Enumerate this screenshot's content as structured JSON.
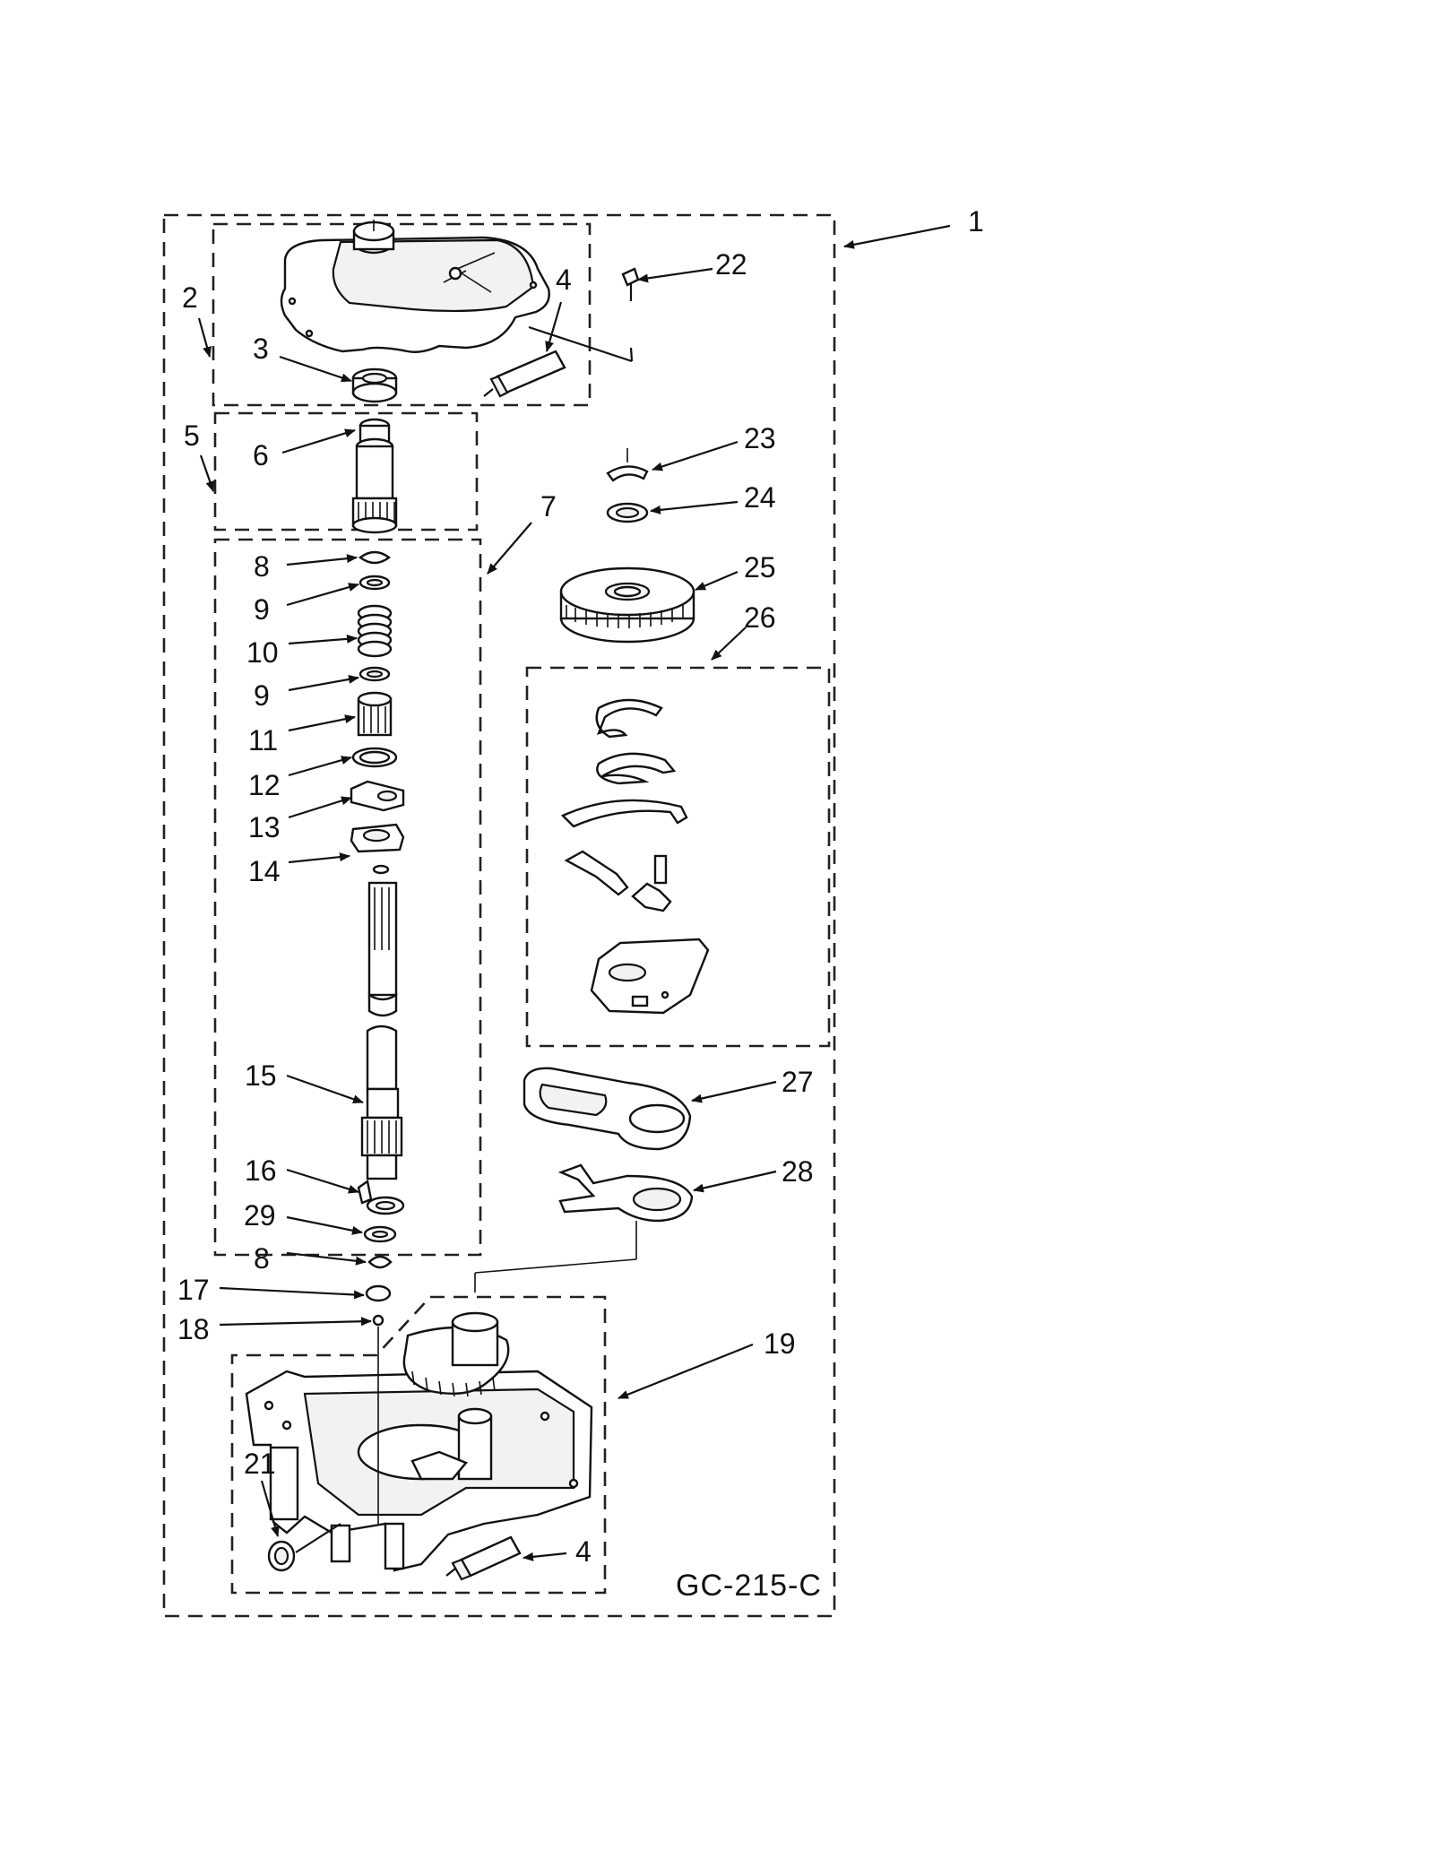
{
  "diagram_code": "GC-215-C",
  "callouts": {
    "c1": "1",
    "c2": "2",
    "c3": "3",
    "c4a": "4",
    "c4b": "4",
    "c5": "5",
    "c6": "6",
    "c7": "7",
    "c8a": "8",
    "c8b": "8",
    "c9a": "9",
    "c9b": "9",
    "c10": "10",
    "c11": "11",
    "c12": "12",
    "c13": "13",
    "c14": "14",
    "c15": "15",
    "c16": "16",
    "c17": "17",
    "c18": "18",
    "c19": "19",
    "c21": "21",
    "c22": "22",
    "c23": "23",
    "c24": "24",
    "c25": "25",
    "c26": "26",
    "c27": "27",
    "c28": "28",
    "c29": "29"
  }
}
